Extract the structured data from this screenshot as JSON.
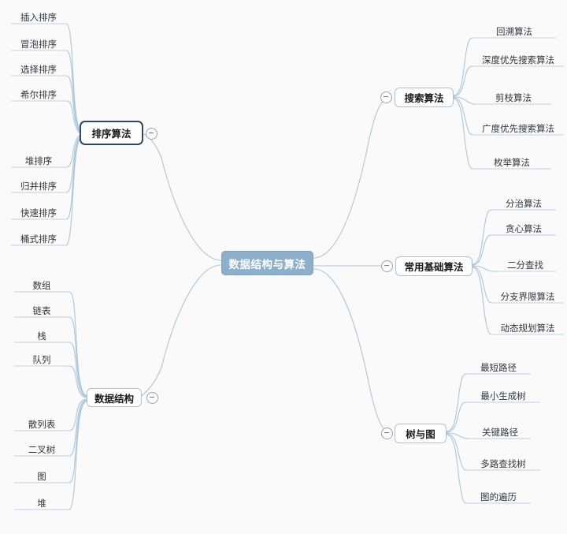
{
  "colors": {
    "background": "#fafafa",
    "root_fill": "#8cafcb",
    "root_text": "#ffffff",
    "branch_border": "#a8c4da",
    "selection_ring": "#2c4a63",
    "wire": "#a9c6dd",
    "leaf_underline": "#bcd3e6",
    "leaf_text": "#30363c"
  },
  "mindmap": {
    "root": {
      "label": "数据结构与算法"
    },
    "branches": [
      {
        "id": "sorting",
        "label": "排序算法",
        "side": "left",
        "selected": true,
        "collapsed": false,
        "toggle_icon": "collapse-minus-icon",
        "children": [
          {
            "label": "插入排序"
          },
          {
            "label": "冒泡排序"
          },
          {
            "label": "选择排序"
          },
          {
            "label": "希尔排序"
          },
          {
            "label": "堆排序"
          },
          {
            "label": "归并排序"
          },
          {
            "label": "快速排序"
          },
          {
            "label": "桶式排序"
          }
        ]
      },
      {
        "id": "data-structure",
        "label": "数据结构",
        "side": "left",
        "selected": false,
        "collapsed": false,
        "toggle_icon": "collapse-minus-icon",
        "children": [
          {
            "label": "数组"
          },
          {
            "label": "链表"
          },
          {
            "label": "栈"
          },
          {
            "label": "队列"
          },
          {
            "label": "散列表"
          },
          {
            "label": "二叉树"
          },
          {
            "label": "图"
          },
          {
            "label": "堆"
          }
        ]
      },
      {
        "id": "search",
        "label": "搜索算法",
        "side": "right",
        "selected": false,
        "collapsed": false,
        "toggle_icon": "collapse-minus-icon",
        "children": [
          {
            "label": "回溯算法"
          },
          {
            "label": "深度优先搜索算法"
          },
          {
            "label": "剪枝算法"
          },
          {
            "label": "广度优先搜索算法"
          },
          {
            "label": "枚举算法"
          }
        ]
      },
      {
        "id": "basic-algorithms",
        "label": "常用基础算法",
        "side": "right",
        "selected": false,
        "collapsed": false,
        "toggle_icon": "collapse-minus-icon",
        "children": [
          {
            "label": "分治算法"
          },
          {
            "label": "贪心算法"
          },
          {
            "label": "二分查找"
          },
          {
            "label": "分支界限算法"
          },
          {
            "label": "动态规划算法"
          }
        ]
      },
      {
        "id": "tree-graph",
        "label": "树与图",
        "side": "right",
        "selected": false,
        "collapsed": false,
        "toggle_icon": "collapse-minus-icon",
        "children": [
          {
            "label": "最短路径"
          },
          {
            "label": "最小生成树"
          },
          {
            "label": "关键路径"
          },
          {
            "label": "多路查找树"
          },
          {
            "label": "图的遍历"
          }
        ]
      }
    ]
  }
}
